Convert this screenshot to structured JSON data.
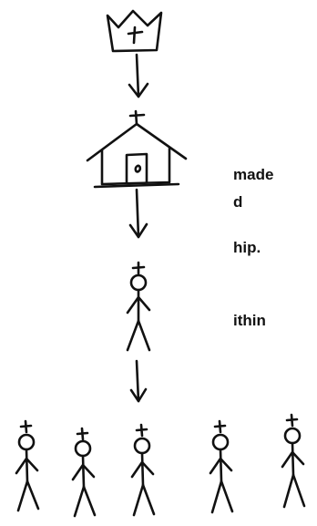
{
  "text_fragments": [
    "made",
    "d",
    "hip.",
    "ithin"
  ],
  "ink_color": "#111111",
  "background_color": "#ffffff",
  "icons": [
    "crown-icon",
    "church-icon",
    "person-icon"
  ]
}
